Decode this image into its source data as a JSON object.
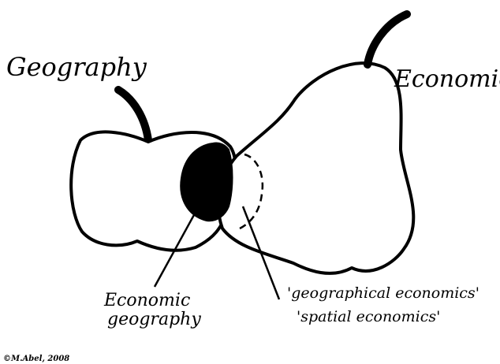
{
  "labels": {
    "left_fruit": "Geography",
    "right_fruit": "Economics",
    "overlap_left_line1": "Economic",
    "overlap_left_line2": "geography",
    "overlap_right_line1": "'geographical economics'",
    "overlap_right_line2": "'spatial economics'",
    "credit": "©M.Abel, 2008"
  }
}
